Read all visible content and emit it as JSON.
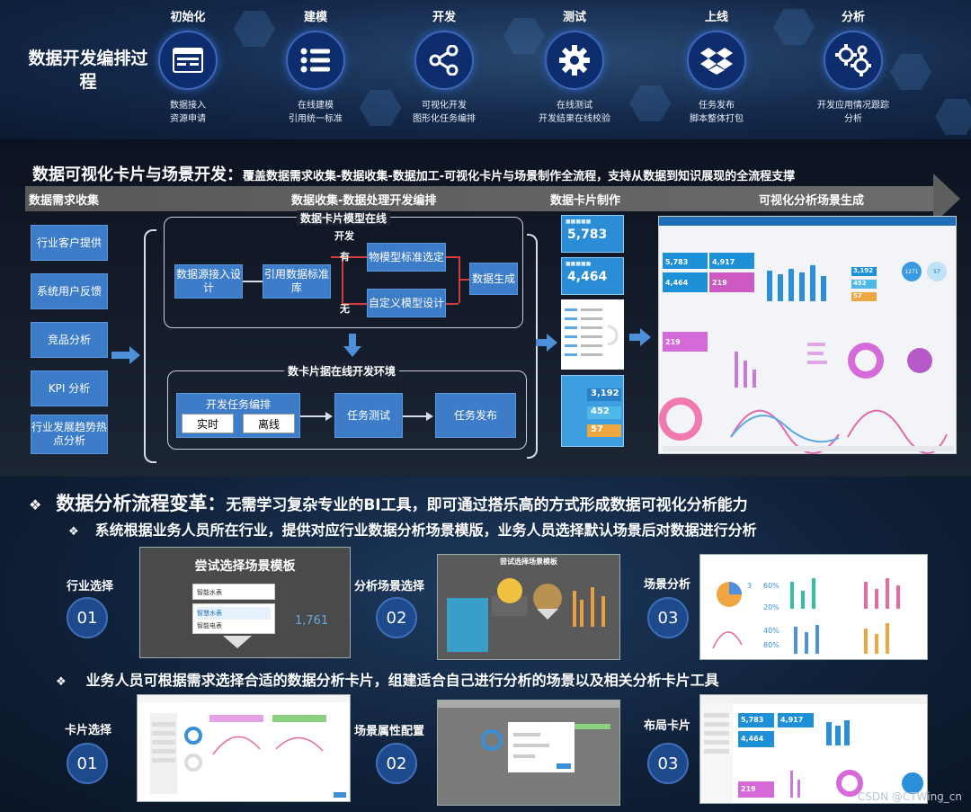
{
  "top": {
    "title": "数据开发编排过程",
    "steps": [
      {
        "label": "初始化",
        "icon": "form-icon",
        "desc1": "数据接入",
        "desc2": "资源申请"
      },
      {
        "label": "建模",
        "icon": "list-icon",
        "desc1": "在线建模",
        "desc2": "引用统一标准"
      },
      {
        "label": "开发",
        "icon": "share-icon",
        "desc1": "可视化开发",
        "desc2": "图形化任务编排"
      },
      {
        "label": "测试",
        "icon": "gear-icon",
        "desc1": "在线测试",
        "desc2": "开发结果在线校验"
      },
      {
        "label": "上线",
        "icon": "dropbox-icon",
        "desc1": "任务发布",
        "desc2": "脚本整体打包"
      },
      {
        "label": "分析",
        "icon": "gears-icon",
        "desc1": "开发应用情况跟踪",
        "desc2": "分析"
      }
    ]
  },
  "middle": {
    "title": "数据可视化卡片与场景开发：",
    "subtitle": "覆盖数据需求收集-数据收集-数据加工-可视化卡片与场景制作全流程，支持从数据到知识展现的全流程支撑",
    "band": [
      "数据需求收集",
      "数据收集-数据处理开发编排",
      "数据卡片制作",
      "可视化分析场景生成"
    ],
    "requirements": [
      "行业客户提供",
      "系统用户反馈",
      "竞品分析",
      "KPI 分析",
      "行业发展趋势热点分析"
    ],
    "model_frame_title": "数据卡片模型在线",
    "model_frame_title2": "开发",
    "model_steps": [
      "数据源接入设计",
      "引用数据标准库",
      "物模型标准选定",
      "自定义模型设计",
      "数据生成"
    ],
    "has": "有",
    "none": "无",
    "env_frame_title": "数卡片据在线开发环境",
    "env_orchestrate": "开发任务编排",
    "env_realtime": "实时",
    "env_offline": "离线",
    "env_test": "任务测试",
    "env_publish": "任务发布",
    "cards": [
      "5,783",
      "4,464",
      "3,192",
      "452",
      "57"
    ],
    "dash_values": [
      "5,783",
      "4,917",
      "4,464",
      "219",
      "219",
      "3,192",
      "452",
      "57",
      "1271",
      "57"
    ]
  },
  "bottom": {
    "line1_title": "数据分析流程变革：",
    "line1_rest": "无需学习复杂专业的BI工具，即可通过搭乐高的方式形成数据可视化分析能力",
    "line2": "系统根据业务人员所在行业，提供对应行业数据分析场景模版，业务人员选择默认场景后对数据进行分析",
    "line3": "业务人员可根据需求选择合适的数据分析卡片，组建适合自己进行分析的场景以及相关分析卡片工具",
    "row1": [
      {
        "label": "行业选择",
        "num": "01"
      },
      {
        "label": "分析场景选择",
        "num": "02"
      },
      {
        "label": "场景分析",
        "num": "03"
      }
    ],
    "row2": [
      {
        "label": "卡片选择",
        "num": "01"
      },
      {
        "label": "场景属性配置",
        "num": "02"
      },
      {
        "label": "布局卡片",
        "num": "03"
      }
    ],
    "shot1_title": "尝试选择场景模板",
    "shot1_select": "智能水表",
    "shot1_opt1": "智慧水表",
    "shot1_opt2": "智能电表",
    "shot1_num": "1,761",
    "shot2_title": "尝试选择场景模板",
    "shot3_vals": [
      "3",
      "60%",
      "20%",
      "40%",
      "80%"
    ],
    "shot6_vals": [
      "5,783",
      "4,917",
      "4,464",
      "219"
    ]
  },
  "watermark": "CSDN @CTWing_cn"
}
